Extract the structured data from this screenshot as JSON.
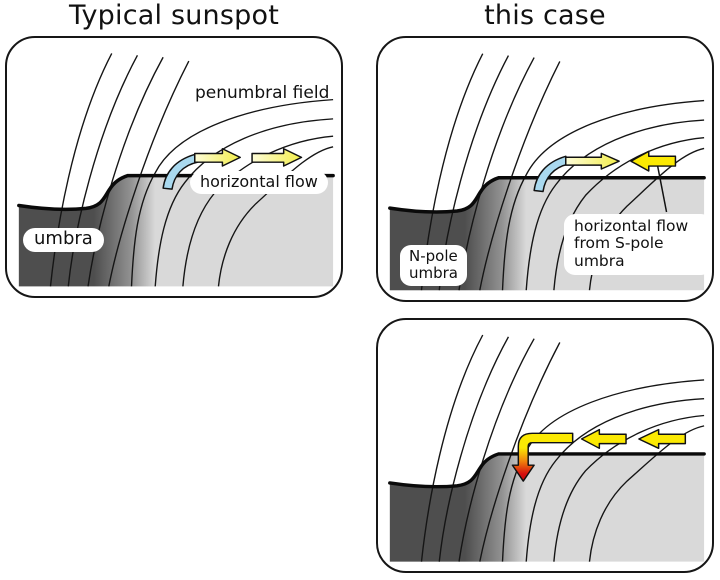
{
  "titles": {
    "typical": "Typical sunspot",
    "this_case": "this case"
  },
  "typical_panel": {
    "penumbral_field_label": "penumbral field",
    "horizontal_flow_label": "horizontal flow",
    "umbra_label": "umbra"
  },
  "this_case_top_panel": {
    "n_pole_umbra_label": "N-pole\numbra",
    "horizontal_flow_label": "horizontal flow\nfrom S-pole umbra"
  },
  "colors": {
    "flow_yellow": "#fbe903",
    "pale_flow_yellow": "#f3ee4a",
    "upflow_blue": "#a9d9ef",
    "downflow_red": "#d60f0f",
    "umbra_dark": "#4e4e4e",
    "photosphere_gray": "#d9d9d9"
  }
}
